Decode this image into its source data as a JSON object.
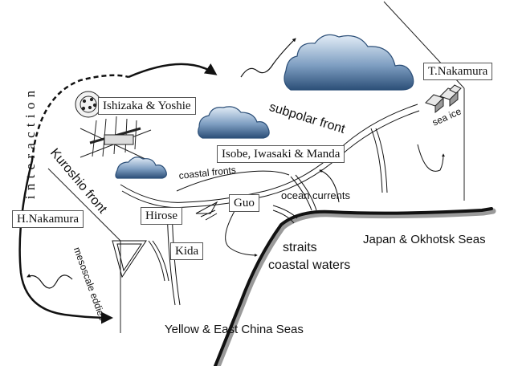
{
  "interaction_label": "i n t e r a c t i o n",
  "researchers": {
    "ishizaka_yoshie": "Ishizaka & Yoshie",
    "isobe_iwasaki_manda": "Isobe, Iwasaki & Manda",
    "t_nakamura": "T.Nakamura",
    "h_nakamura": "H.Nakamura",
    "hirose": "Hirose",
    "guo": "Guo",
    "kida": "Kida"
  },
  "phenomena": {
    "subpolar_front": "subpolar front",
    "kuroshio_front": "Kuroshio front",
    "coastal_fronts": "coastal fronts",
    "ocean_currents": "ocean currents",
    "sea_ice": "sea ice",
    "mesoscale_eddies": "mesoscale eddies",
    "straits": "straits",
    "coastal_waters": "coastal waters"
  },
  "seas": {
    "japan_okhotsk": "Japan & Okhotsk Seas",
    "yellow_east_china": "Yellow & East China Seas"
  },
  "colors": {
    "cloud_light": "#d6e4f1",
    "cloud_dark": "#2c4f78",
    "coast_line": "#111111",
    "coast_shadow": "#9a9a9a"
  }
}
